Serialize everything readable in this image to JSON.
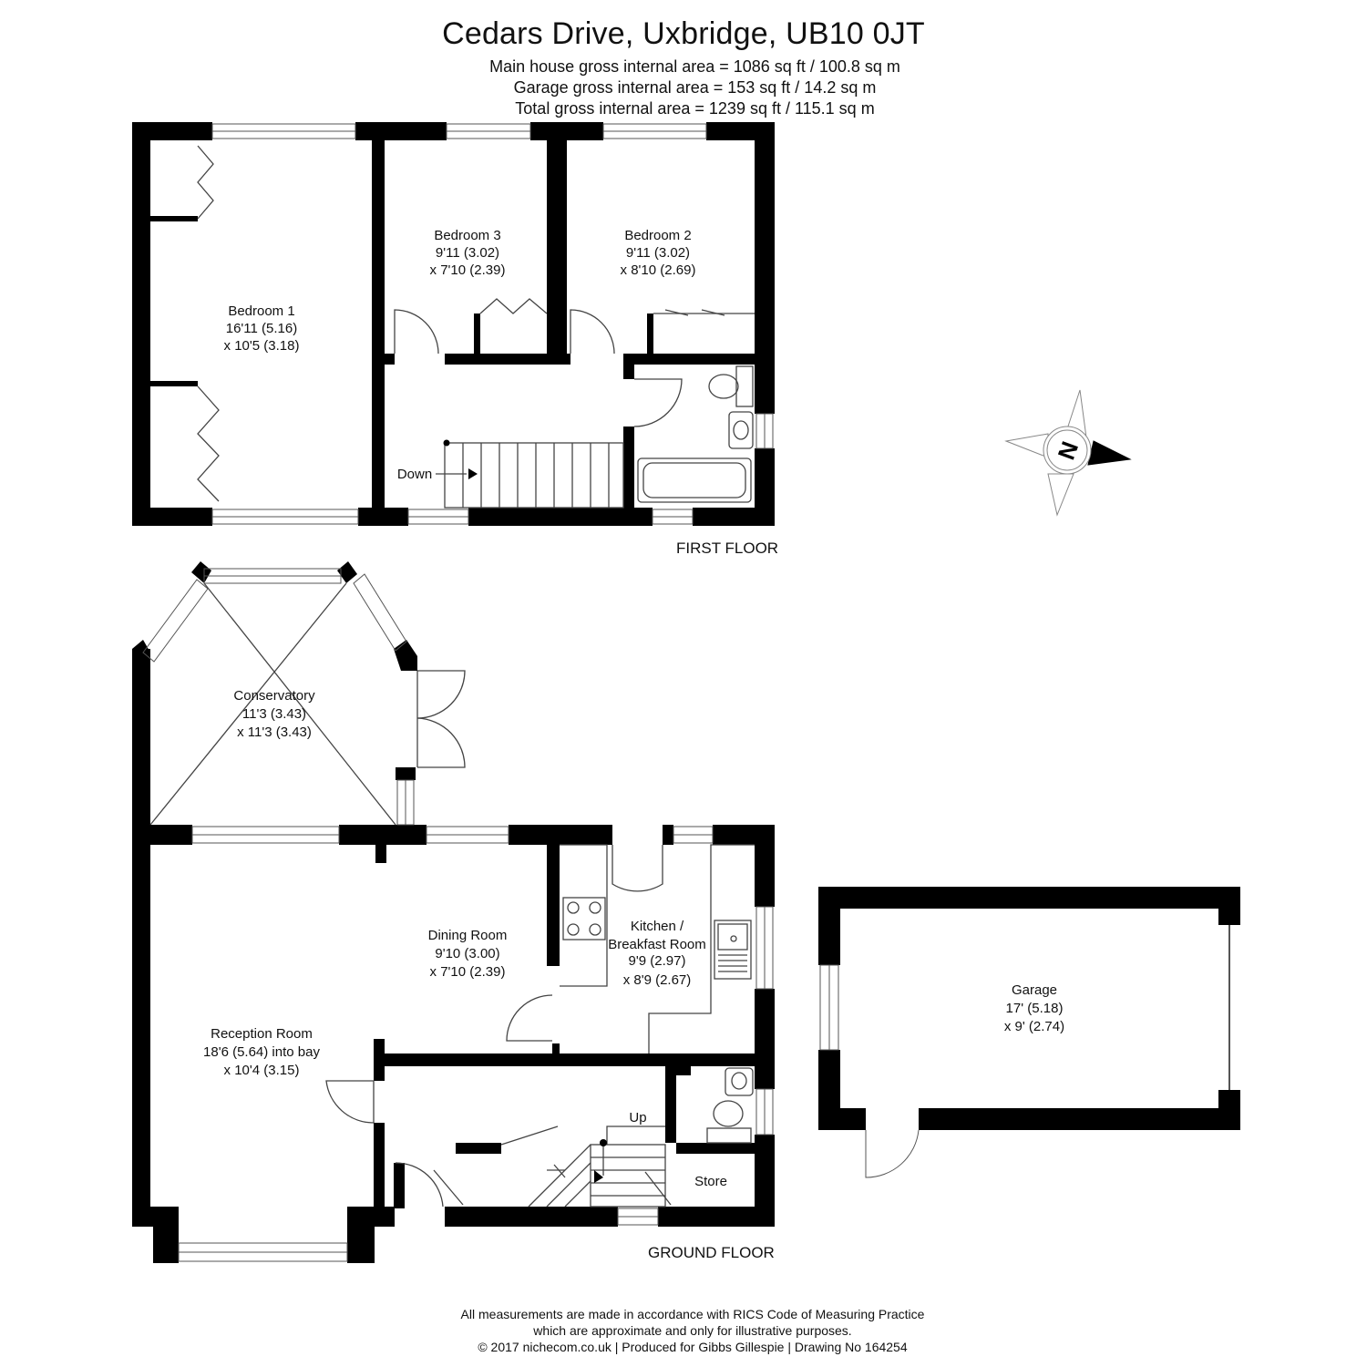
{
  "header": {
    "title": "Cedars Drive, Uxbridge, UB10 0JT",
    "areas": [
      "Main house gross internal area = 1086 sq ft / 100.8 sq m",
      "Garage gross internal area = 153 sq ft / 14.2 sq m",
      "Total gross internal area = 1239 sq ft / 115.1 sq m"
    ]
  },
  "first_floor": {
    "label": "FIRST FLOOR",
    "stairs_label": "Down",
    "rooms": {
      "bedroom1": {
        "name": "Bedroom 1",
        "dim1": "16'11 (5.16)",
        "dim2": "x 10'5 (3.18)"
      },
      "bedroom3": {
        "name": "Bedroom 3",
        "dim1": "9'11 (3.02)",
        "dim2": "x 7'10 (2.39)"
      },
      "bedroom2": {
        "name": "Bedroom 2",
        "dim1": "9'11 (3.02)",
        "dim2": "x 8'10 (2.69)"
      }
    }
  },
  "ground_floor": {
    "label": "GROUND FLOOR",
    "stairs_label": "Up",
    "rooms": {
      "conservatory": {
        "name": "Conservatory",
        "dim1": "11'3 (3.43)",
        "dim2": "x 11'3 (3.43)"
      },
      "dining": {
        "name": "Dining Room",
        "dim1": "9'10 (3.00)",
        "dim2": "x 7'10 (2.39)"
      },
      "kitchen": {
        "name1": "Kitchen /",
        "name2": "Breakfast Room",
        "dim1": "9'9 (2.97)",
        "dim2": "x 8'9 (2.67)"
      },
      "reception": {
        "name": "Reception Room",
        "dim1": "18'6 (5.64) into bay",
        "dim2": "x 10'4 (3.15)"
      },
      "store": {
        "name": "Store"
      },
      "garage": {
        "name": "Garage",
        "dim1": "17' (5.18)",
        "dim2": "x 9' (2.74)"
      }
    }
  },
  "compass": {
    "letter": "N",
    "icon": "compass-rose-icon"
  },
  "footer": {
    "lines": [
      "All measurements are made in accordance with RICS Code of Measuring Practice",
      "which are approximate and only for illustrative purposes.",
      "© 2017 nichecom.co.uk | Produced for Gibbs Gillespie | Drawing No 164254"
    ]
  },
  "colors": {
    "wall": "#000000",
    "line": "#555555",
    "background": "#ffffff"
  }
}
